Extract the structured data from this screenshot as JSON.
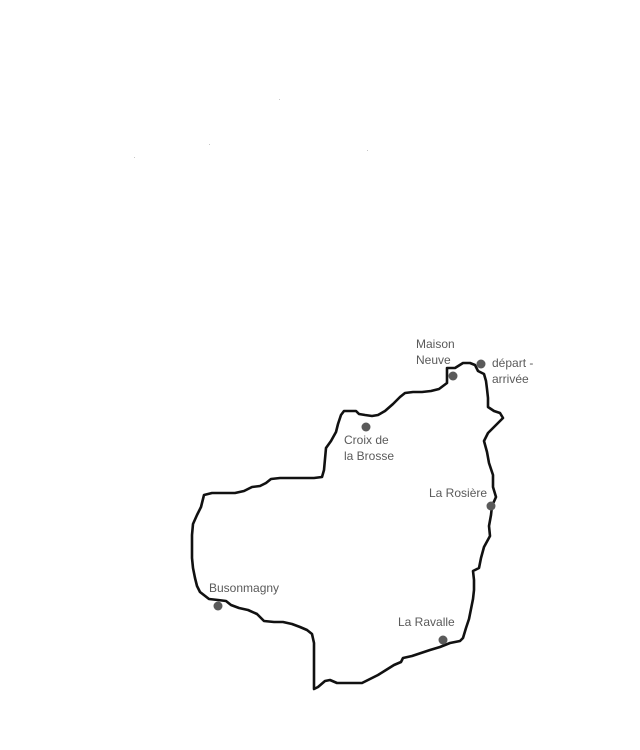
{
  "map": {
    "route_color": "#111111",
    "waypoint_color": "#5a5a5a",
    "waypoints": [
      {
        "id": "maison-neuve",
        "label_lines": [
          "Maison",
          "Neuve"
        ]
      },
      {
        "id": "depart-arrivee",
        "label_lines": [
          "départ -",
          "arrivée"
        ]
      },
      {
        "id": "croix-de-la-brosse",
        "label_lines": [
          "Croix de",
          "la Brosse"
        ]
      },
      {
        "id": "la-rosiere",
        "label_lines": [
          "La Rosière"
        ]
      },
      {
        "id": "busonmagny",
        "label_lines": [
          "Busonmagny"
        ]
      },
      {
        "id": "la-ravalle",
        "label_lines": [
          "La Ravalle"
        ]
      }
    ]
  }
}
